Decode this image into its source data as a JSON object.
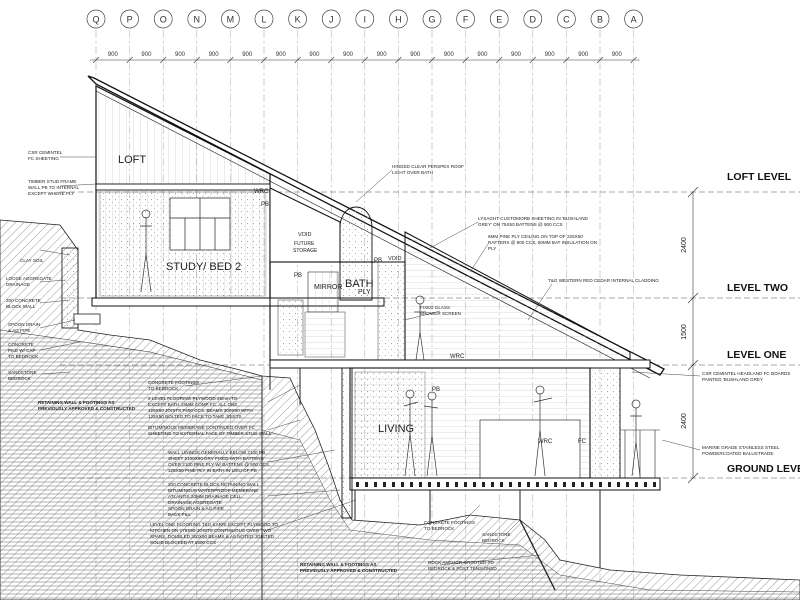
{
  "grid_labels": [
    "Q",
    "P",
    "O",
    "N",
    "M",
    "L",
    "K",
    "J",
    "I",
    "H",
    "G",
    "F",
    "E",
    "D",
    "C",
    "B",
    "A"
  ],
  "grid_spacing_label": "900",
  "levels": [
    {
      "key": "loft",
      "label": "LOFT LEVEL"
    },
    {
      "key": "two",
      "label": "LEVEL TWO"
    },
    {
      "key": "one",
      "label": "LEVEL ONE"
    },
    {
      "key": "ground",
      "label": "GROUND LEVEL"
    }
  ],
  "level_dims": [
    "2400",
    "1500",
    "2400"
  ],
  "rooms": {
    "loft": "LOFT",
    "study": "STUDY/ BED 2",
    "bath": "BATH",
    "living": "LIVING",
    "void_1": "VOID",
    "future_storage_1": "FUTURE",
    "future_storage_2": "STORAGE",
    "void_2": "VOID",
    "mirror": "MIRROR",
    "ply": "PLY",
    "pb": "PB",
    "wrc": "WRC",
    "fc": "FC"
  },
  "notes": {
    "csr_cemintel_1": "CSR CEMINTEL",
    "csr_cemintel_2": "FC SHEETING",
    "timber_1": "TIMBER STUD FRAME",
    "timber_2": "WALL PB TO INTERNAL",
    "timber_3": "EXCEPT WHERE PLY",
    "clay": "CLAY SOIL",
    "loose_1": "LOOSE AGGREGATE",
    "loose_2": "DRAINAGE",
    "block_1": "200 CONCRETE",
    "block_2": "BLOCK WALL",
    "spoon_1": "SPOON DRAIN",
    "spoon_2": "& AG PIPE",
    "pile_1": "CONCRETE",
    "pile_2": "PILE W/ CAP",
    "pile_3": "TO BEDROCK",
    "sandstone_1": "SANDSTONE",
    "sandstone_2": "BEDROCK",
    "retain_1": "RETAINING WALL & FOOTINGS AS",
    "retain_2": "PREVIOUSLY APPROVED & CONSTRUCTED",
    "footings_1": "CONCRETE FOOTINGS",
    "footings_2": "TO BEDROCK",
    "lvl2_1": "2 LEVEL FLOORING PLYWOOD 25mm TO",
    "lvl2_2": "EXCEPT BATH 19MM COMP FC. ALL ONE",
    "lvl2_3": "125X50 JOISTS F450 CCS. BEAMS 300X50 WITH",
    "lvl2_4": "125X50 BOLTED TO FACE TO TAKE JOISTS",
    "bit_1": "BITUMINOUS MEMBRANE CONTINUED OVER FC",
    "bit_2": "SHEETING TO EXTERNAL FACE OF TIMBER STUD WALL",
    "lin_1": "WALL LININGS GENERALLY BELOW 2100 PB",
    "lin_2": "SHEET 2100X90 DRY FIXED WITH BATTENS",
    "lin_3": "OVER 2100 PINE PLY W/ BATTENS @ 900 CCS.",
    "lin_4": "125X50 PINE PLY IN BATH IN LIEU OF PB",
    "blk_1": "200 CONCRETE BLOCK RETAINING WALL",
    "blk_2": "BITUMINOUS WATERPROOF MEMBRANE",
    "blk_3": "ATLANTIS 20MM DRAINAGE CELL",
    "blk_4": "DRAINAGE AGGREGATE",
    "blk_5": "SPOON DRAIN & AG PIPE",
    "blk_6": "BACK FILL",
    "l1f_1": "LEVEL ONE FLOORING T&G KARRI EXCEPT PLYWOOD TO",
    "l1f_2": "KITCHEN ON 175X50 JOISTS CONTINUOUS OVER TWO",
    "l1f_3": "SPANS, DOUBLED 300X50 BEAMS & AS NOTED JOISTED",
    "l1f_4": "SOLID BLOCKED AT 1800 CCS",
    "hinged_1": "HINGED CLEAR PERSPEX ROOF",
    "hinged_2": "LIGHT OVER BATH",
    "lys_1": "LYSAGHT CUSTOMORB SHEETING IN 'BUSHLAND",
    "lys_2": "GREY' ON 75X50 BATTENS @ 900 CCS",
    "ply6_1": "6MM PINE PLY CEILING ON TOP OF 225X50",
    "ply6_2": "RAFTERS @ 900 CCS, 50MM BAT INSULATION ON",
    "ply6_3": "PLY",
    "tg": "T&G WESTERN RED CEDAR INTERNAL CLADDING",
    "glass_1": "FIXED GLASS",
    "glass_2": "SHOWER SCREEN",
    "headland_1": "CSR CEMINTEL HEADLAND FC BOARDS",
    "headland_2": "PAINTED 'BUSHLAND GREY",
    "marine_1": "MARINE GRADE STAINLESS STEEL",
    "marine_2": "POWDERCOATED BALUSTRADE",
    "foot2_1": "CONCRETE FOOTINGS",
    "foot2_2": "TO BEDROCK",
    "sand2_1": "SANDSTONE",
    "sand2_2": "BEDROCK",
    "rock_1": "ROCK ANCHOR GROUTED TO",
    "rock_2": "BEDROCK & POST TENSIONED",
    "retain2_1": "RETAINING WALL & FOOTINGS AS",
    "retain2_2": "PREVIOUSLY APPROVED & CONSTRUCTED"
  },
  "colors": {
    "ink": "#1e1e1e",
    "fine": "#8a8a8a",
    "grid": "#9a9a9a"
  }
}
